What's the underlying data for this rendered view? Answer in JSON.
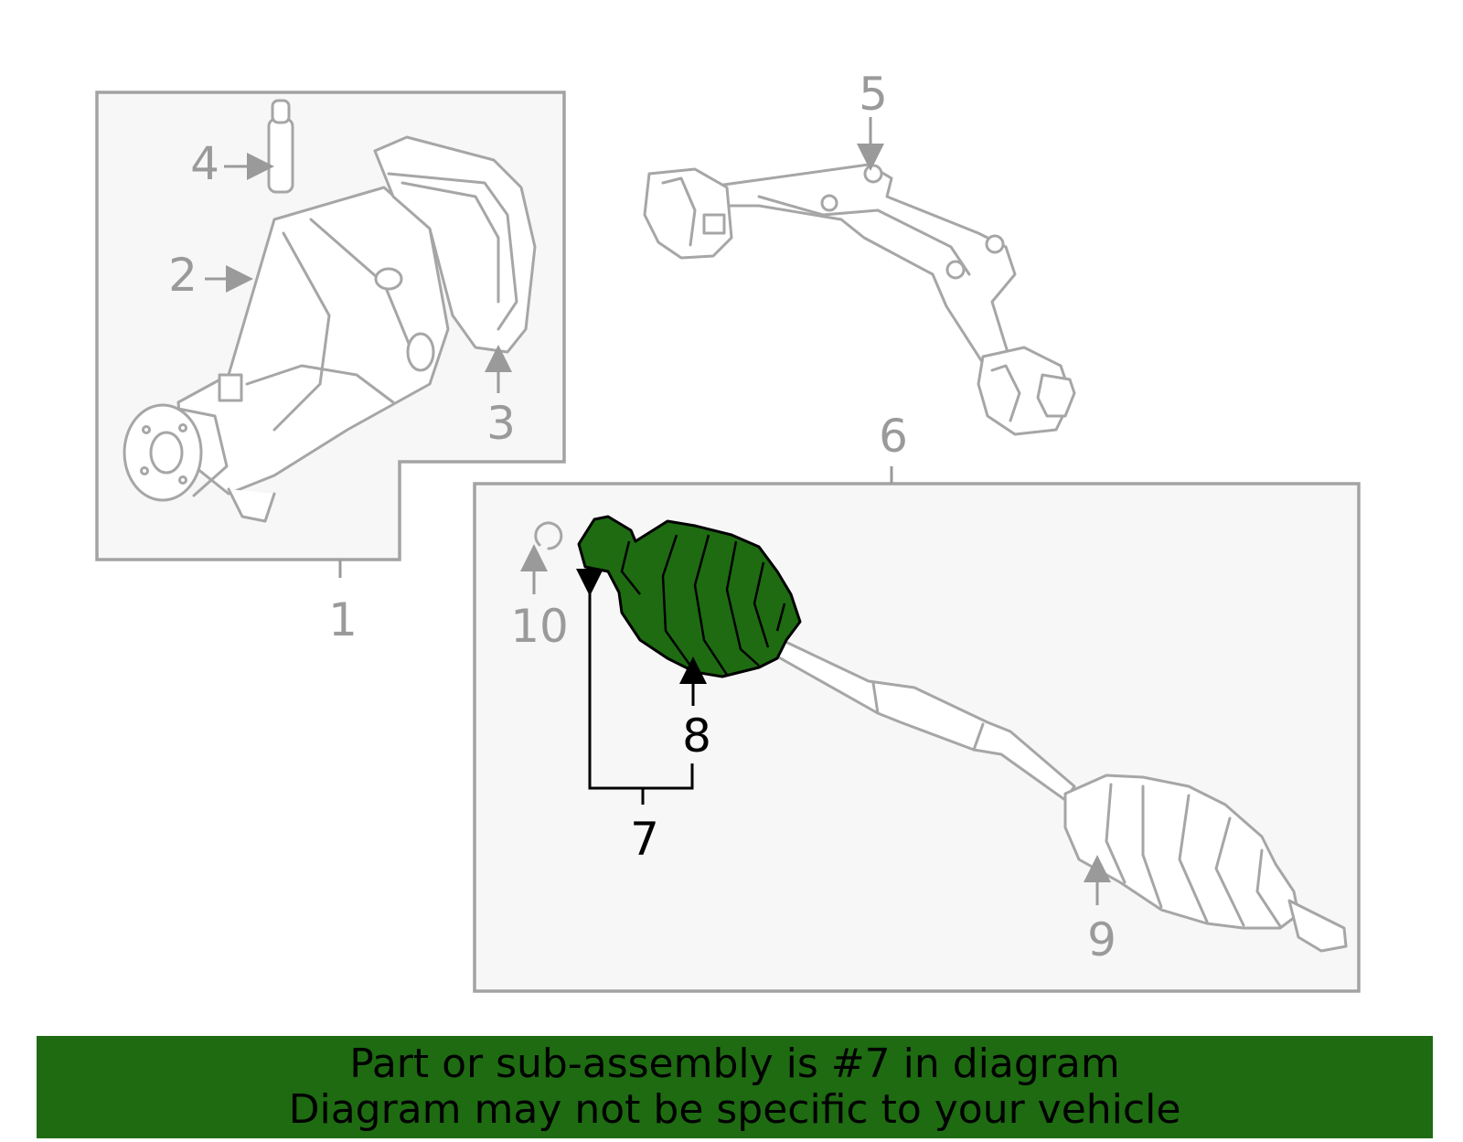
{
  "callouts": {
    "c1": "1",
    "c2": "2",
    "c3": "3",
    "c4": "4",
    "c5": "5",
    "c6": "6",
    "c7": "7",
    "c8": "8",
    "c9": "9",
    "c10": "10"
  },
  "highlighted_part": "7",
  "colors": {
    "highlight": "#1e6b12",
    "outline": "#a6a6a6",
    "box_fill": "#f7f7f7"
  },
  "banner": {
    "line1": "Part or sub-assembly is #7 in diagram",
    "line2": "Diagram may not be specific to your vehicle"
  }
}
